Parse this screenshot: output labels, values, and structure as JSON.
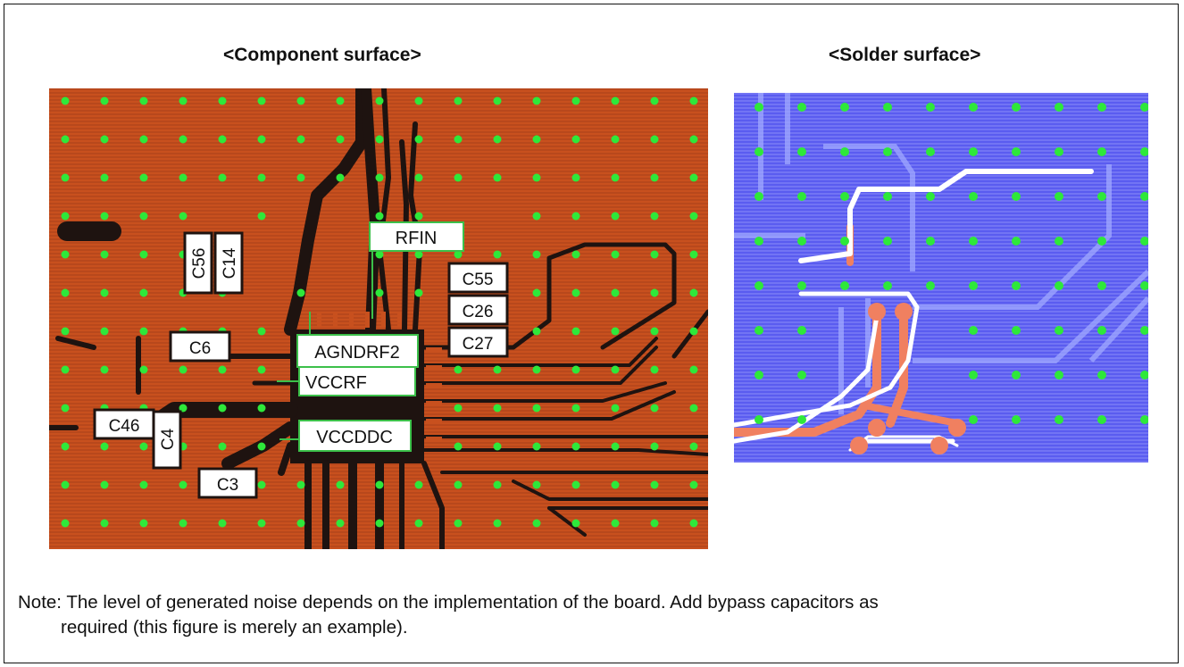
{
  "headings": {
    "component": "<Component surface>",
    "solder": "<Solder surface>"
  },
  "labels": {
    "c56": "C56",
    "c14": "C14",
    "c6": "C6",
    "c46": "C46",
    "c4": "C4",
    "c3": "C3",
    "c55": "C55",
    "c26": "C26",
    "c27": "C27",
    "rfin": "RFIN",
    "agndrf2": "AGNDRF2",
    "vccrf": "VCCRF",
    "vccddc": "VCCDDC"
  },
  "note": {
    "line1": "Note: The level of generated noise depends on the implementation of the board. Add bypass capacitors as",
    "line2": "required (this figure is merely an example)."
  },
  "colors": {
    "copper_top": "#c8501e",
    "copper_dark": "#1e1310",
    "via": "#2ee83a",
    "solder_bg": "#5a5cf0",
    "solder_trace": "#f08060"
  }
}
